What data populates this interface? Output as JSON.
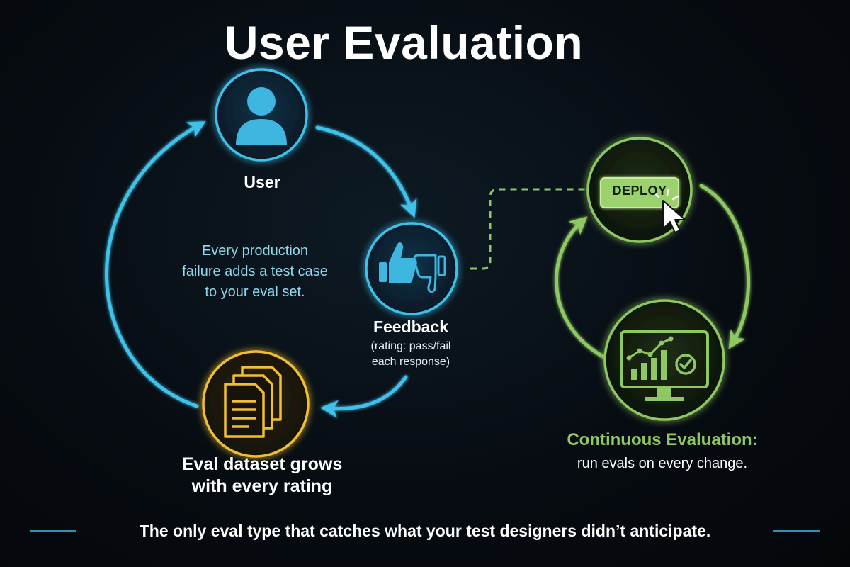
{
  "title": "User Evaluation",
  "user_node": {
    "label": "User",
    "icon": "user-icon"
  },
  "cycle_note": {
    "line1": "Every production",
    "line2": "failure adds a test case",
    "line3": "to your eval set."
  },
  "feedback_node": {
    "label": "Feedback",
    "sub_line1": "(rating: pass/fail",
    "sub_line2": "each response)",
    "icons": [
      "thumbs-up-icon",
      "thumbs-down-icon"
    ]
  },
  "dataset_node": {
    "line1": "Eval dataset grows",
    "line2": "with every rating",
    "icon": "documents-icon"
  },
  "deploy_node": {
    "button_label": "DEPLOY",
    "icon": "cursor-icon"
  },
  "continuous_eval": {
    "title": "Continuous Evaluation:",
    "subtitle": "run evals on every change.",
    "icon": "monitor-chart-icon"
  },
  "footer": "The only eval type that catches what your test designers didn’t anticipate.",
  "colors": {
    "cycle_blue": "#3fc1ea",
    "dataset_yellow": "#f2bf32",
    "eval_green": "#8fc862",
    "background": "#070c12"
  }
}
